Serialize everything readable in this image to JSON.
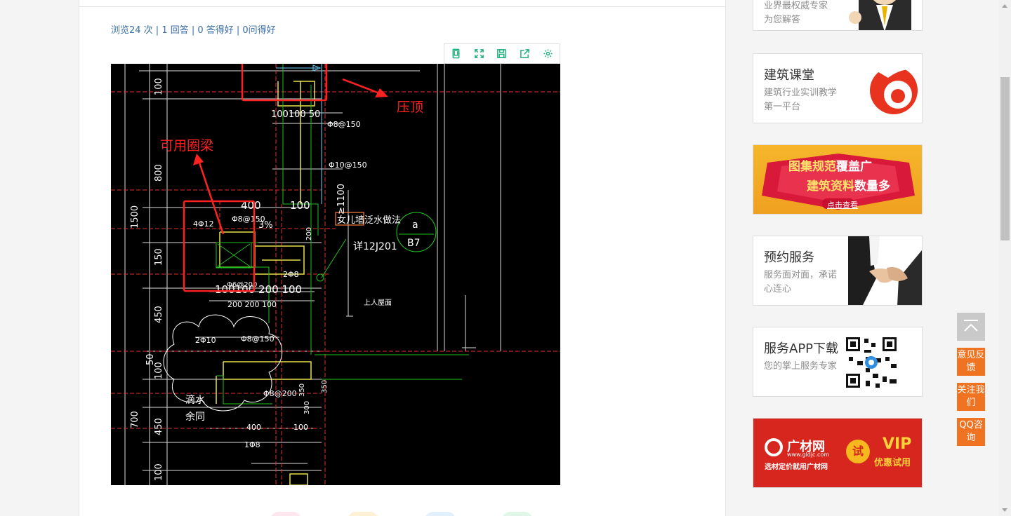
{
  "question": {
    "stats": "浏览24 次 | 1 回答 | 0 答得好 | 0问得好"
  },
  "image_toolbar": {
    "icons": [
      "portrait-icon",
      "fullscreen-icon",
      "save-icon",
      "share-icon",
      "settings-icon"
    ]
  },
  "cad_image": {
    "annotations": {
      "coping": "压顶",
      "ring_beam": "可用圈梁"
    },
    "texts": {
      "dim_100_top": "100",
      "dim_800": "800",
      "dim_1500": "1500",
      "dim_150": "150",
      "dim_450": "450",
      "dim_50": "50",
      "dim_100_mid": "100",
      "dim_700": "700",
      "dim_450_low": "450",
      "dim_100_bot": "100",
      "top_dims": "100100 50",
      "rebar_top": "Φ8@150",
      "rebar_mid": "Φ10@150",
      "dim_1100": "≥1100",
      "beam_width": "400",
      "beam_side": "100",
      "beam_rebar": "4Φ12",
      "stirrup": "Φ8@150",
      "slope": "3%",
      "dim_200_v": "200",
      "parapet_note": "女儿墙泛水做法",
      "detail_ref": "详12J201",
      "circle_top": "a",
      "circle_bot": "B7",
      "two_rebar": "2Φ8",
      "lower_dims": "100100 200 100",
      "sub_dims": "200  200  100",
      "roof_note": "上人屋面",
      "small_rebar": "Φ6@200",
      "two_rebar_10": "2Φ10",
      "rebar_low": "Φ8@150",
      "rebar_200": "Φ8@200",
      "drip_1": "滴水",
      "drip_2": "余同",
      "bottom_400": "400",
      "bottom_100": "100",
      "bottom_rebar": "1Φ8",
      "dim_350": "350",
      "dim_300": "300",
      "dim_350b": "350"
    }
  },
  "sidebar": {
    "expert_partial_1": "业界最权威专家",
    "expert_partial_2": "为您解答",
    "cards": [
      {
        "title": "建筑课堂",
        "desc": "建筑行业实训教学第一平台"
      },
      {
        "title": "预约服务",
        "desc": "服务面对面，承诺心连心"
      },
      {
        "title": "服务APP下载",
        "desc": "您的掌上服务专家"
      }
    ],
    "banner1": {
      "line1a": "图集规范",
      "line1b": "覆盖广",
      "line2a": "建筑资料",
      "line2b": "数量多",
      "button": "点击查看"
    },
    "banner2": {
      "logo": "广材网",
      "url": "www.gldjc.com",
      "slogan": "选材定价就用广材网",
      "badge": "试",
      "vip": "VIP",
      "vip_sub": "优惠试用"
    }
  },
  "floating": {
    "feedback": "意见反馈",
    "follow": "关注我们",
    "qq": "QQ咨询"
  },
  "colors": {
    "link": "#3a6fa8",
    "accent_green": "#1fb17c",
    "float_orange": "#f07322",
    "annotation_red": "#ff2020"
  }
}
